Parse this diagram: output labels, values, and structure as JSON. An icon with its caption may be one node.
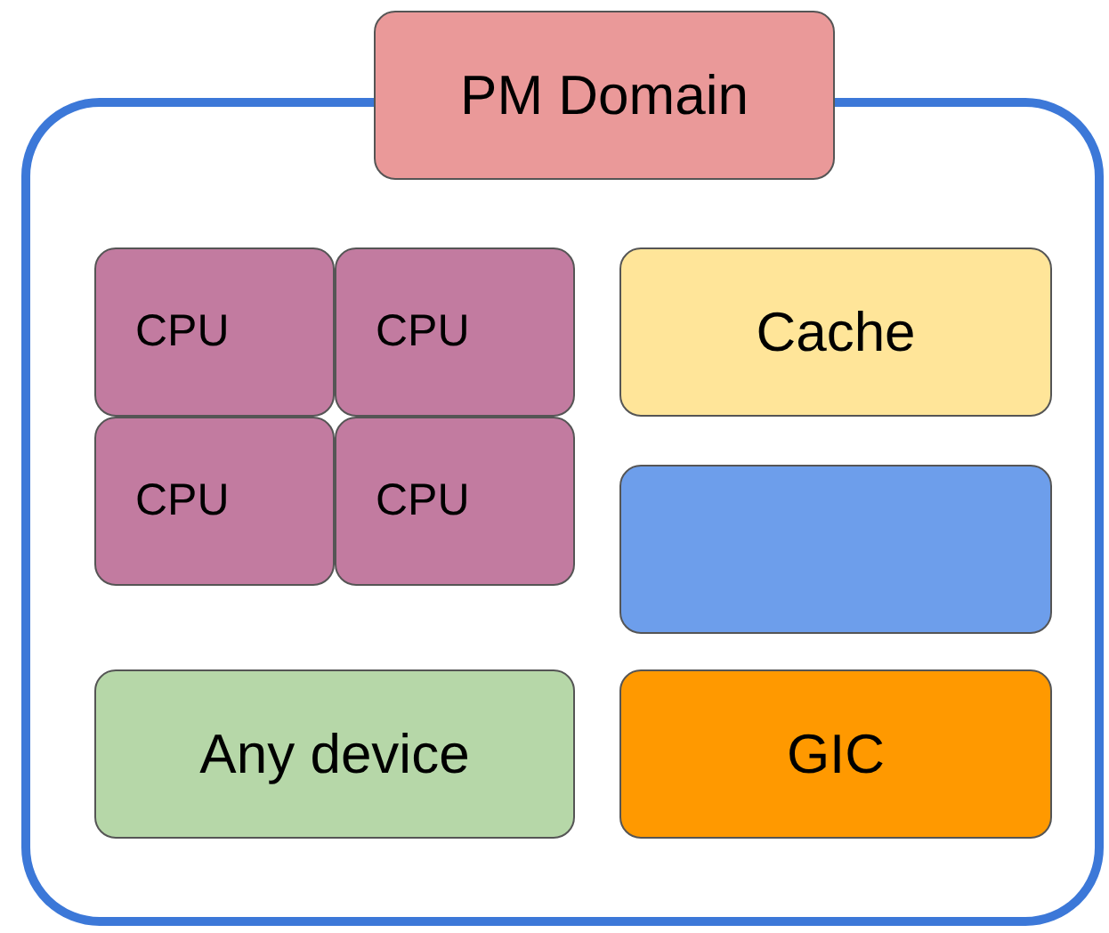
{
  "diagram": {
    "nodes": [
      {
        "text": [],
        "shape": "box"
      },
      {
        "text": [
          "PM Domain"
        ]
      },
      {
        "text": [
          "CPU"
        ],
        "in": 0
      },
      {
        "text": [
          "CPU"
        ],
        "in": 0
      },
      {
        "text": [
          "CPU"
        ],
        "in": 0
      },
      {
        "text": [
          "CPU"
        ],
        "in": 0
      },
      {
        "text": [
          "Cache"
        ],
        "in": 0
      },
      {
        "text": [],
        "shape": "box",
        "in": 0
      },
      {
        "text": [
          "Any device"
        ],
        "in": 0
      },
      {
        "text": [
          "GIC"
        ],
        "in": 0
      }
    ]
  }
}
